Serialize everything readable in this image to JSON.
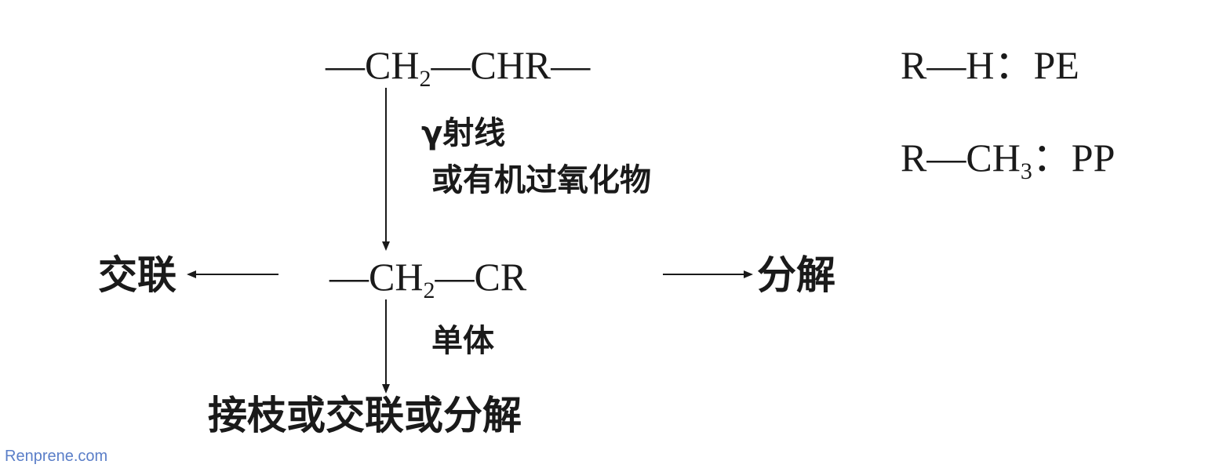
{
  "top_formula": {
    "lead": "—CH",
    "sub": "2",
    "tail": "—CHR—"
  },
  "conditions": {
    "line1": "γ射线",
    "line2": "或有机过氧化物"
  },
  "radical_formula": {
    "lead": "—CH",
    "sub": "2",
    "tail": "—CR"
  },
  "left_product": "交联",
  "right_product": "分解",
  "monomer_label": "单体",
  "bottom_product": "接枝或交联或分解",
  "legend": [
    {
      "lead": "R—H",
      "sub": "",
      "tail": "",
      "name": "：PE"
    },
    {
      "lead": "R—CH",
      "sub": "3",
      "tail": "",
      "name": "：PP"
    }
  ],
  "watermark": "Renprene.com"
}
